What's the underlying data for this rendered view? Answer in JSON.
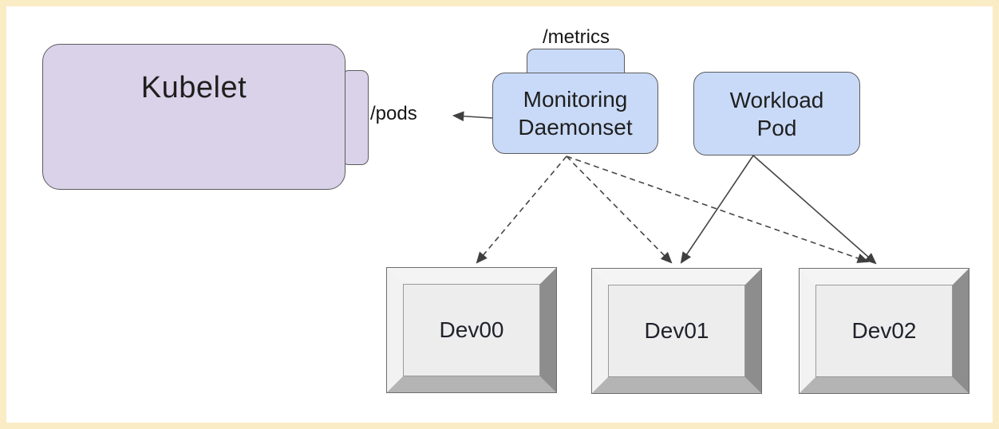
{
  "frame_color": "#faecc5",
  "diagram": {
    "kubelet": {
      "label": "Kubelet",
      "fill": "#d9d2e9",
      "border": "#5c5c5c"
    },
    "pods_label": "/pods",
    "metrics_label": "/metrics",
    "monitoring": {
      "line1": "Monitoring",
      "line2": "Daemonset",
      "fill": "#c9daf8"
    },
    "workload": {
      "line1": "Workload",
      "line2": "Pod",
      "fill": "#c9daf8"
    },
    "devices": [
      {
        "label": "Dev00"
      },
      {
        "label": "Dev01"
      },
      {
        "label": "Dev02"
      }
    ],
    "edges": [
      {
        "from": "monitoring-daemonset",
        "to": "kubelet-pods-endpoint",
        "style": "solid-arrow"
      },
      {
        "from": "monitoring-daemonset",
        "to": "dev00",
        "style": "dashed-arrow"
      },
      {
        "from": "monitoring-daemonset",
        "to": "dev01",
        "style": "dashed-arrow"
      },
      {
        "from": "monitoring-daemonset",
        "to": "dev02",
        "style": "dashed-arrow"
      },
      {
        "from": "workload-pod",
        "to": "dev01",
        "style": "solid-arrow"
      },
      {
        "from": "workload-pod",
        "to": "dev02",
        "style": "solid-arrow"
      }
    ],
    "colors": {
      "node_blue": "#c9daf8",
      "node_lavender": "#d9d2e9",
      "node_border": "#5c5c5c",
      "arrow": "#454545",
      "device_face": "#ededed",
      "device_bevel_dark": "#8d8d8d",
      "device_bevel_mid": "#b4b4b4"
    }
  }
}
